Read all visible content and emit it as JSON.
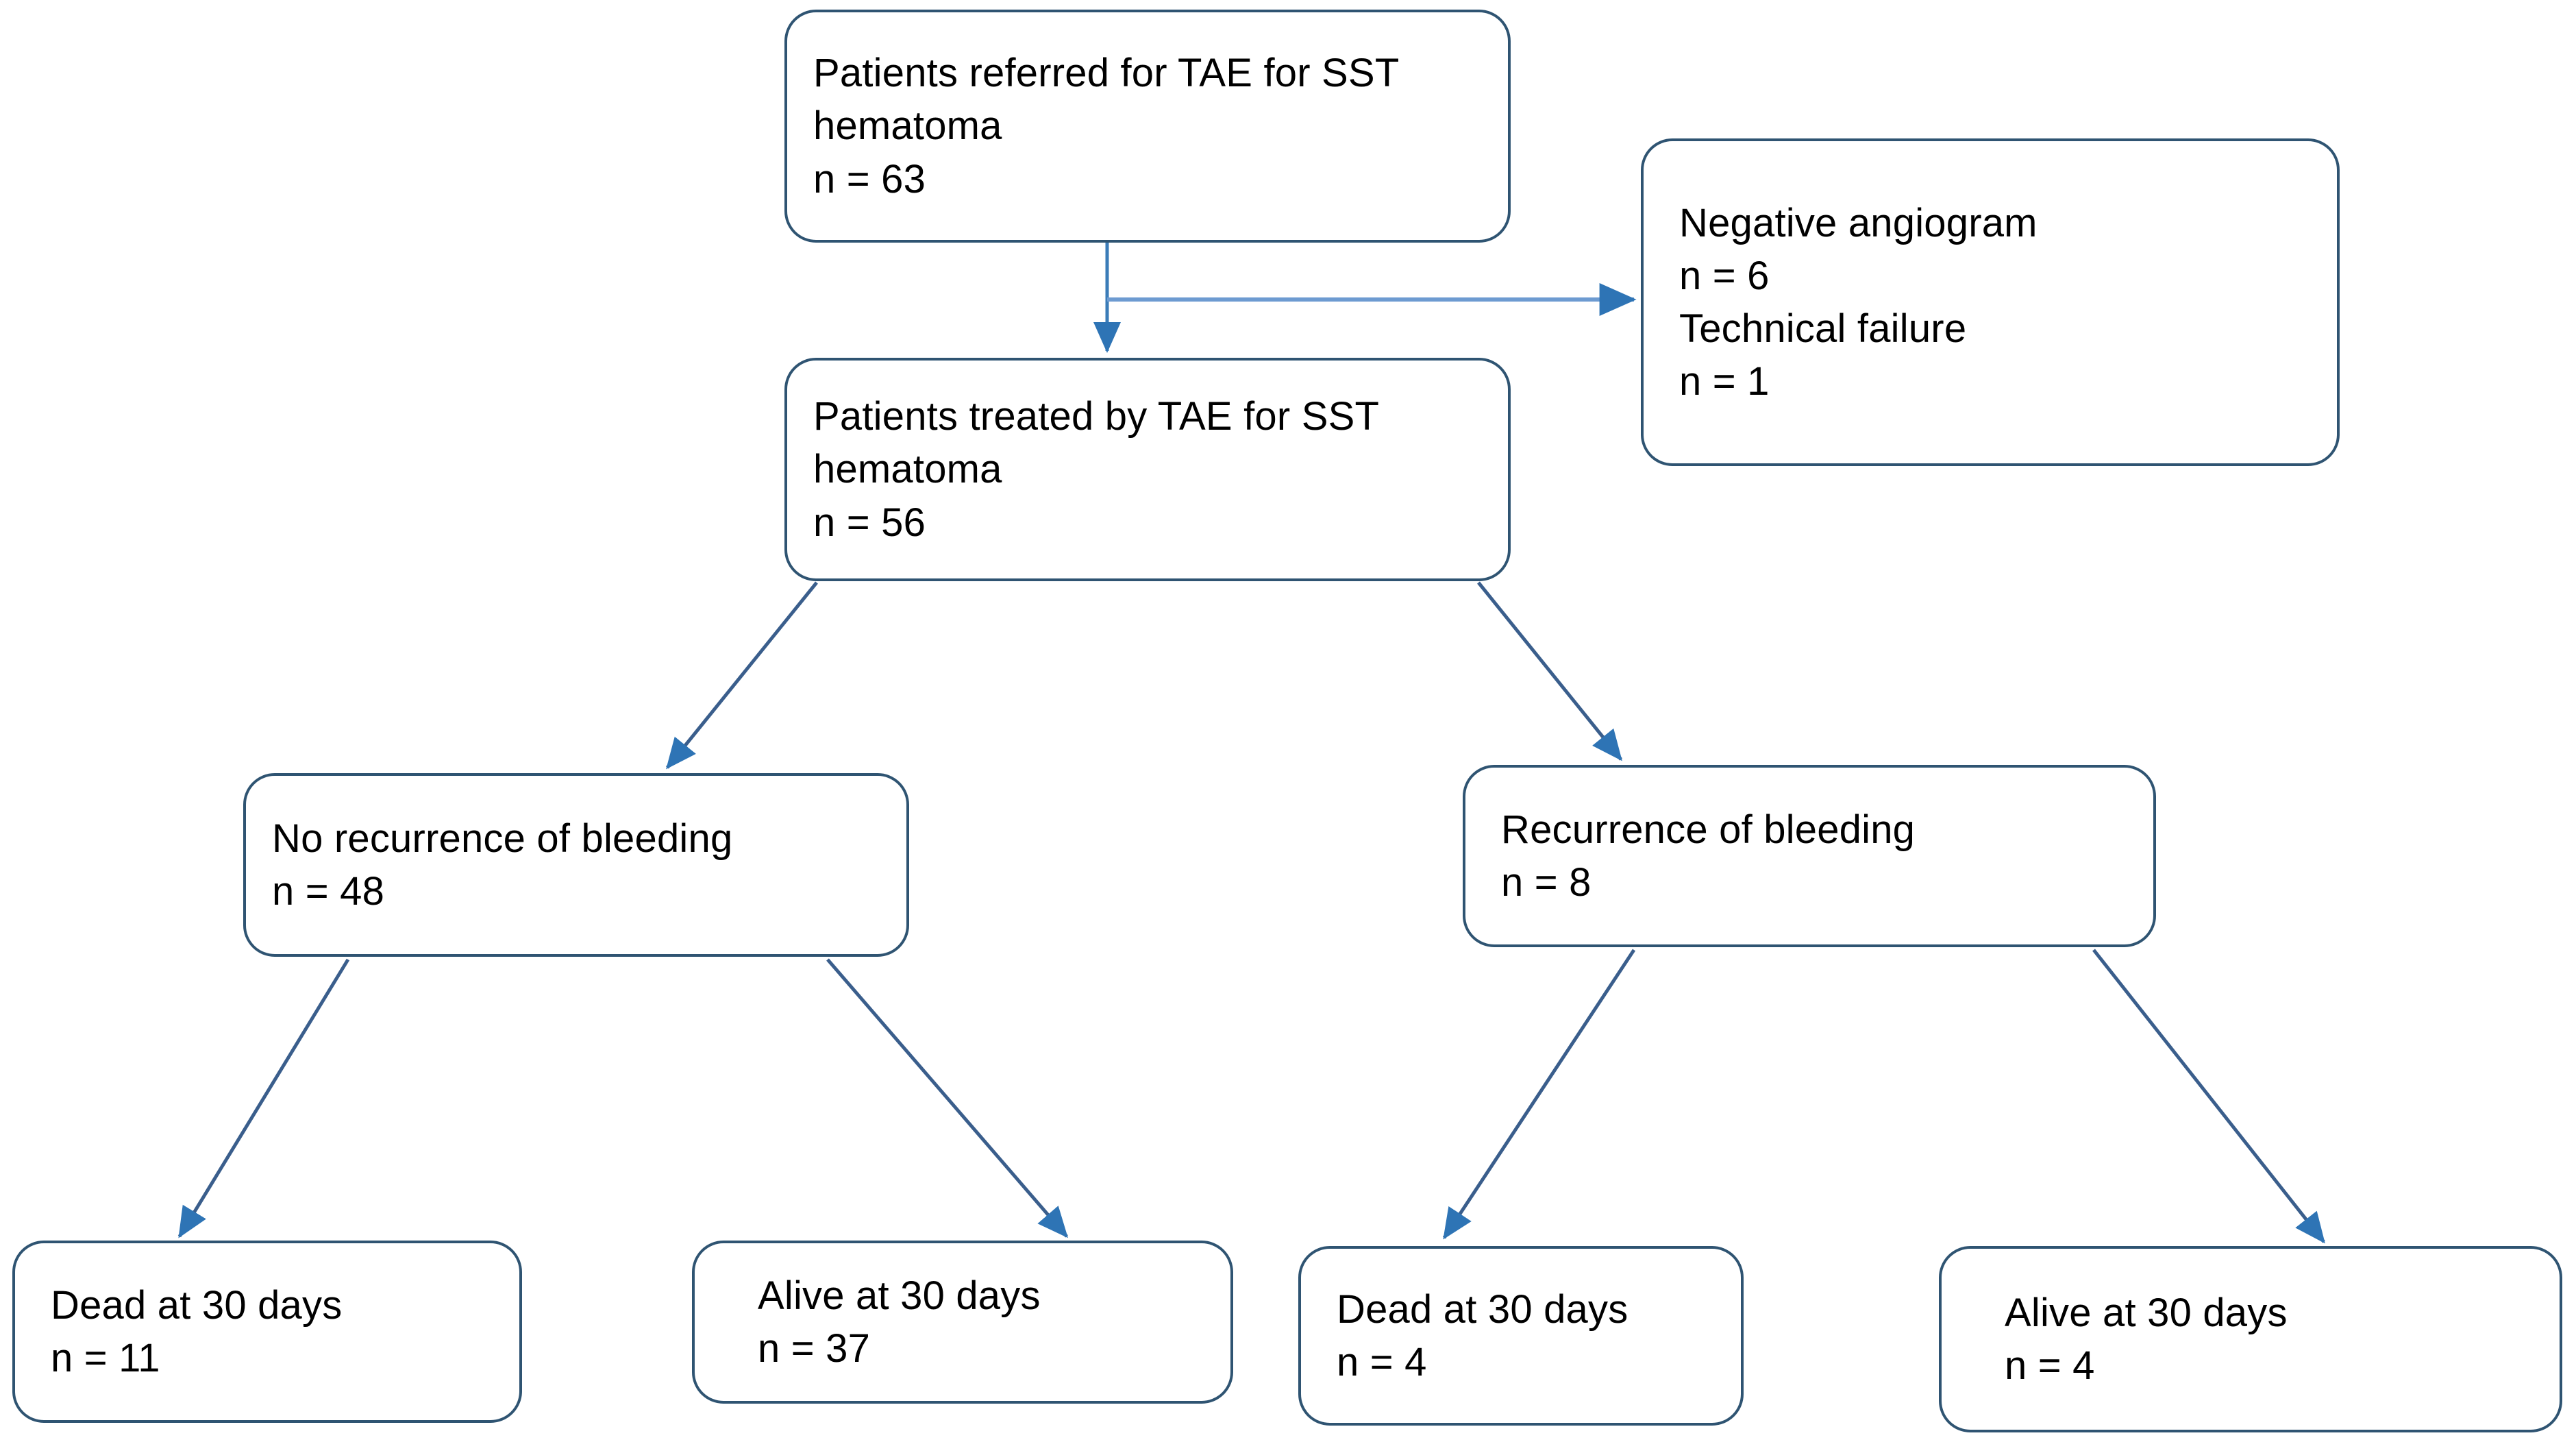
{
  "diagram": {
    "type": "flowchart",
    "orientation": "top-down",
    "colors": {
      "box_border": "#2F5472",
      "box_fill": "#FFFFFF",
      "connector_line": "#2F5472",
      "arrowhead": "#2E74B5",
      "text": "#000000"
    },
    "nodes": [
      {
        "id": "referred",
        "lines": [
          "Patients referred for TAE for SST",
          "hematoma",
          "n = 63"
        ],
        "label": "Patients referred for TAE for SST hematoma",
        "n": 63
      },
      {
        "id": "excluded",
        "lines": [
          "Negative angiogram",
          "n = 6",
          "Technical failure",
          "n = 1"
        ],
        "label": "Negative angiogram / Technical failure",
        "n_negative_angiogram": 6,
        "n_technical_failure": 1
      },
      {
        "id": "treated",
        "lines": [
          "Patients treated by TAE for SST",
          "hematoma",
          "n = 56"
        ],
        "label": "Patients treated by TAE for SST hematoma",
        "n": 56
      },
      {
        "id": "norecur",
        "lines": [
          "No recurrence of bleeding",
          "n = 48"
        ],
        "label": "No recurrence of bleeding",
        "n": 48
      },
      {
        "id": "recur",
        "lines": [
          "Recurrence of bleeding",
          "n = 8"
        ],
        "label": "Recurrence of bleeding",
        "n": 8
      },
      {
        "id": "dead_norecur",
        "lines": [
          "Dead at 30 days",
          "n = 11"
        ],
        "label": "Dead at 30 days",
        "n": 11
      },
      {
        "id": "alive_norecur",
        "lines": [
          "Alive at 30 days",
          "n = 37"
        ],
        "label": "Alive at 30 days",
        "n": 37
      },
      {
        "id": "dead_recur",
        "lines": [
          "Dead at 30 days",
          "n = 4"
        ],
        "label": "Dead at 30 days",
        "n": 4
      },
      {
        "id": "alive_recur",
        "lines": [
          "Alive at 30 days",
          "n = 4"
        ],
        "label": "Alive at 30 days",
        "n": 4
      }
    ],
    "edges": [
      {
        "from": "referred",
        "to": "treated",
        "style": "straight-down-arrow"
      },
      {
        "from": "referred",
        "to": "excluded",
        "style": "elbow-right-arrow"
      },
      {
        "from": "treated",
        "to": "norecur",
        "style": "diagonal-left-arrow"
      },
      {
        "from": "treated",
        "to": "recur",
        "style": "diagonal-right-arrow"
      },
      {
        "from": "norecur",
        "to": "dead_norecur",
        "style": "diagonal-left-arrow"
      },
      {
        "from": "norecur",
        "to": "alive_norecur",
        "style": "diagonal-right-arrow"
      },
      {
        "from": "recur",
        "to": "dead_recur",
        "style": "diagonal-left-arrow"
      },
      {
        "from": "recur",
        "to": "alive_recur",
        "style": "diagonal-right-arrow"
      }
    ]
  }
}
